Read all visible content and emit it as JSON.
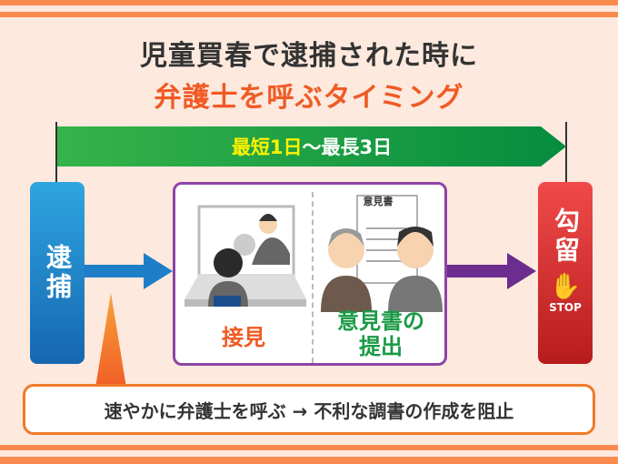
{
  "title": {
    "line1": "児童買春で逮捕された時に",
    "line2": "弁護士を呼ぶタイミング"
  },
  "timeline": {
    "shortest": "最短1日",
    "longest": "〜最長3日"
  },
  "arrest": "逮捕",
  "detention": {
    "label": "勾留",
    "stop": "STOP"
  },
  "steps": {
    "interview": "接見",
    "opinion_line1": "意見書の",
    "opinion_line2": "提出",
    "document_title": "意見書"
  },
  "bottom_note": "速やかに弁護士を呼ぶ → 不利な調書の作成を阻止",
  "colors": {
    "accent": "#f05a24",
    "green": "#1a9a45",
    "blue": "#1e88d0",
    "purple": "#8e44a5",
    "red": "#d32f2f"
  }
}
